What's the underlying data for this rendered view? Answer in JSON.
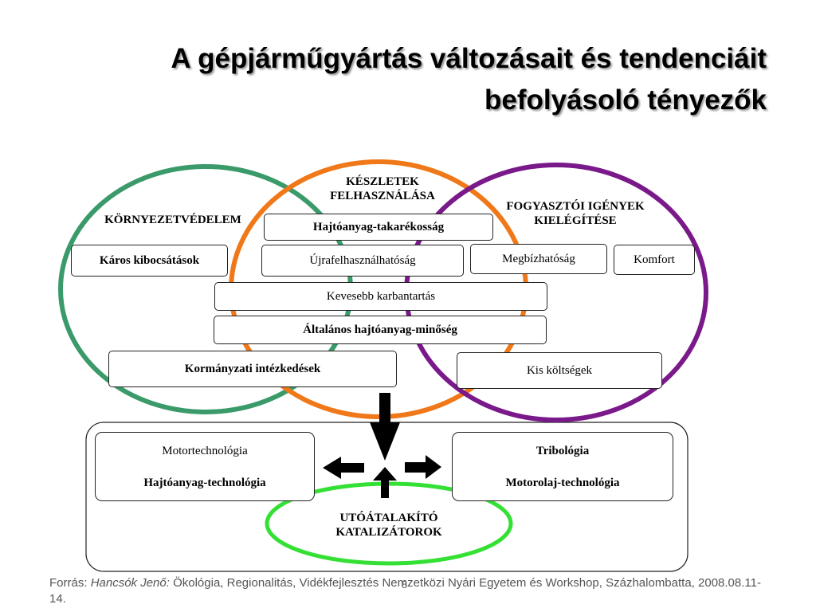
{
  "title": {
    "line1": "A gépjárműgyártás változásait és tendenciáit",
    "line2": "befolyásoló tényezők"
  },
  "circles": {
    "left": {
      "label": "KÖRNYEZETVÉDELEM",
      "color": "#3a9a6a"
    },
    "middle": {
      "label_line1": "KÉSZLETEK",
      "label_line2": "FELHASZNÁLÁSA",
      "color": "#f07818"
    },
    "right": {
      "label_line1": "FOGYASZTÓI IGÉNYEK",
      "label_line2": "KIELÉGÍTÉSE",
      "color": "#7a1a8a"
    },
    "bottom": {
      "label_line1": "UTÓÁTALAKÍTÓ",
      "label_line2": "KATALIZÁTOROK",
      "color": "#33e033"
    }
  },
  "boxes": {
    "fuel_saving": "Hajtóanyag-takarékosság",
    "harmful_emissions": "Káros kibocsátások",
    "recyclability": "Újrafelhasználhatóság",
    "reliability": "Megbízhatóság",
    "comfort": "Komfort",
    "less_maintenance": "Kevesebb karbantartás",
    "fuel_quality": "Általános hajtóanyag-minőség",
    "government_measures": "Kormányzati intézkedések",
    "low_costs": "Kis költségek"
  },
  "tech": {
    "left_line1": "Motortechnológia",
    "left_line2": "Hajtóanyag-technológia",
    "right_line1": "Tribológia",
    "right_line2": "Motorolaj-technológia"
  },
  "footer": {
    "prefix": "Forrás: ",
    "author": "Hancsók Jenő:",
    "text": " Ökológia, Regionalitás, Vidékfejlesztés Nemzetközi Nyári Egyetem és Workshop, Százhalombatta, 2008.08.11-14.",
    "page_number": "8"
  }
}
